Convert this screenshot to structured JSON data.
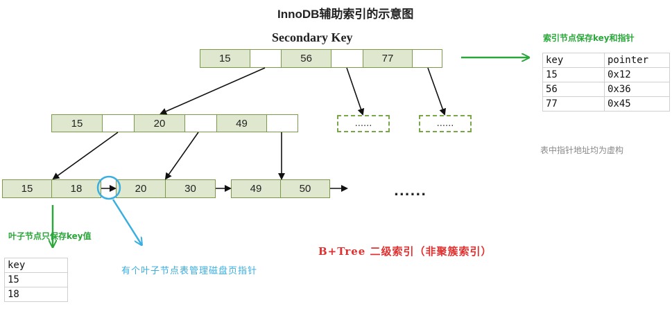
{
  "title": "InnoDB辅助索引的示意图",
  "secondary_key_label": "Secondary Key",
  "root_node": [
    "15",
    "",
    "56",
    "",
    "77",
    ""
  ],
  "level2_node": [
    "15",
    "",
    "20",
    "",
    "49",
    ""
  ],
  "leaf_node_a": [
    "15",
    "18"
  ],
  "leaf_node_b": [
    "20",
    "30"
  ],
  "leaf_node_c": [
    "49",
    "50"
  ],
  "placeholder_node_1": "......",
  "placeholder_node_2": "......",
  "ellipsis": "......",
  "key_pointer_note": "索引节点保存key和指针",
  "key_pointer_table": {
    "headers": [
      "key",
      "pointer"
    ],
    "rows": [
      [
        "15",
        "0x12"
      ],
      [
        "56",
        "0x36"
      ],
      [
        "77",
        "0x45"
      ]
    ]
  },
  "virtual_address_note": "表中指针地址均为虚构",
  "leaf_key_note": "叶子节点只保存key值",
  "leaf_key_table": {
    "header": "key",
    "rows": [
      "15",
      "18"
    ]
  },
  "leaf_pointer_note": "有个叶子节点表管理磁盘页指针",
  "bplus_label": "B+Tree 二级索引（非聚簇索引）",
  "colors": {
    "key_fill": "#dfe8cf",
    "border": "#7a9a4a",
    "green": "#2aa63a",
    "blue": "#3aaee0",
    "red": "#e03030"
  }
}
